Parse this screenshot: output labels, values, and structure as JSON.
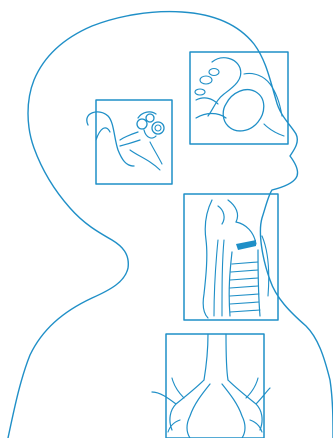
{
  "palette": {
    "line": "#1f8fc7",
    "background": "#ffffff"
  },
  "figure": {
    "subject": "human-head-profile",
    "insets": [
      "ear-inset",
      "nasopharynx-inset",
      "larynx-trachea-inset",
      "bronchi-inset"
    ]
  }
}
